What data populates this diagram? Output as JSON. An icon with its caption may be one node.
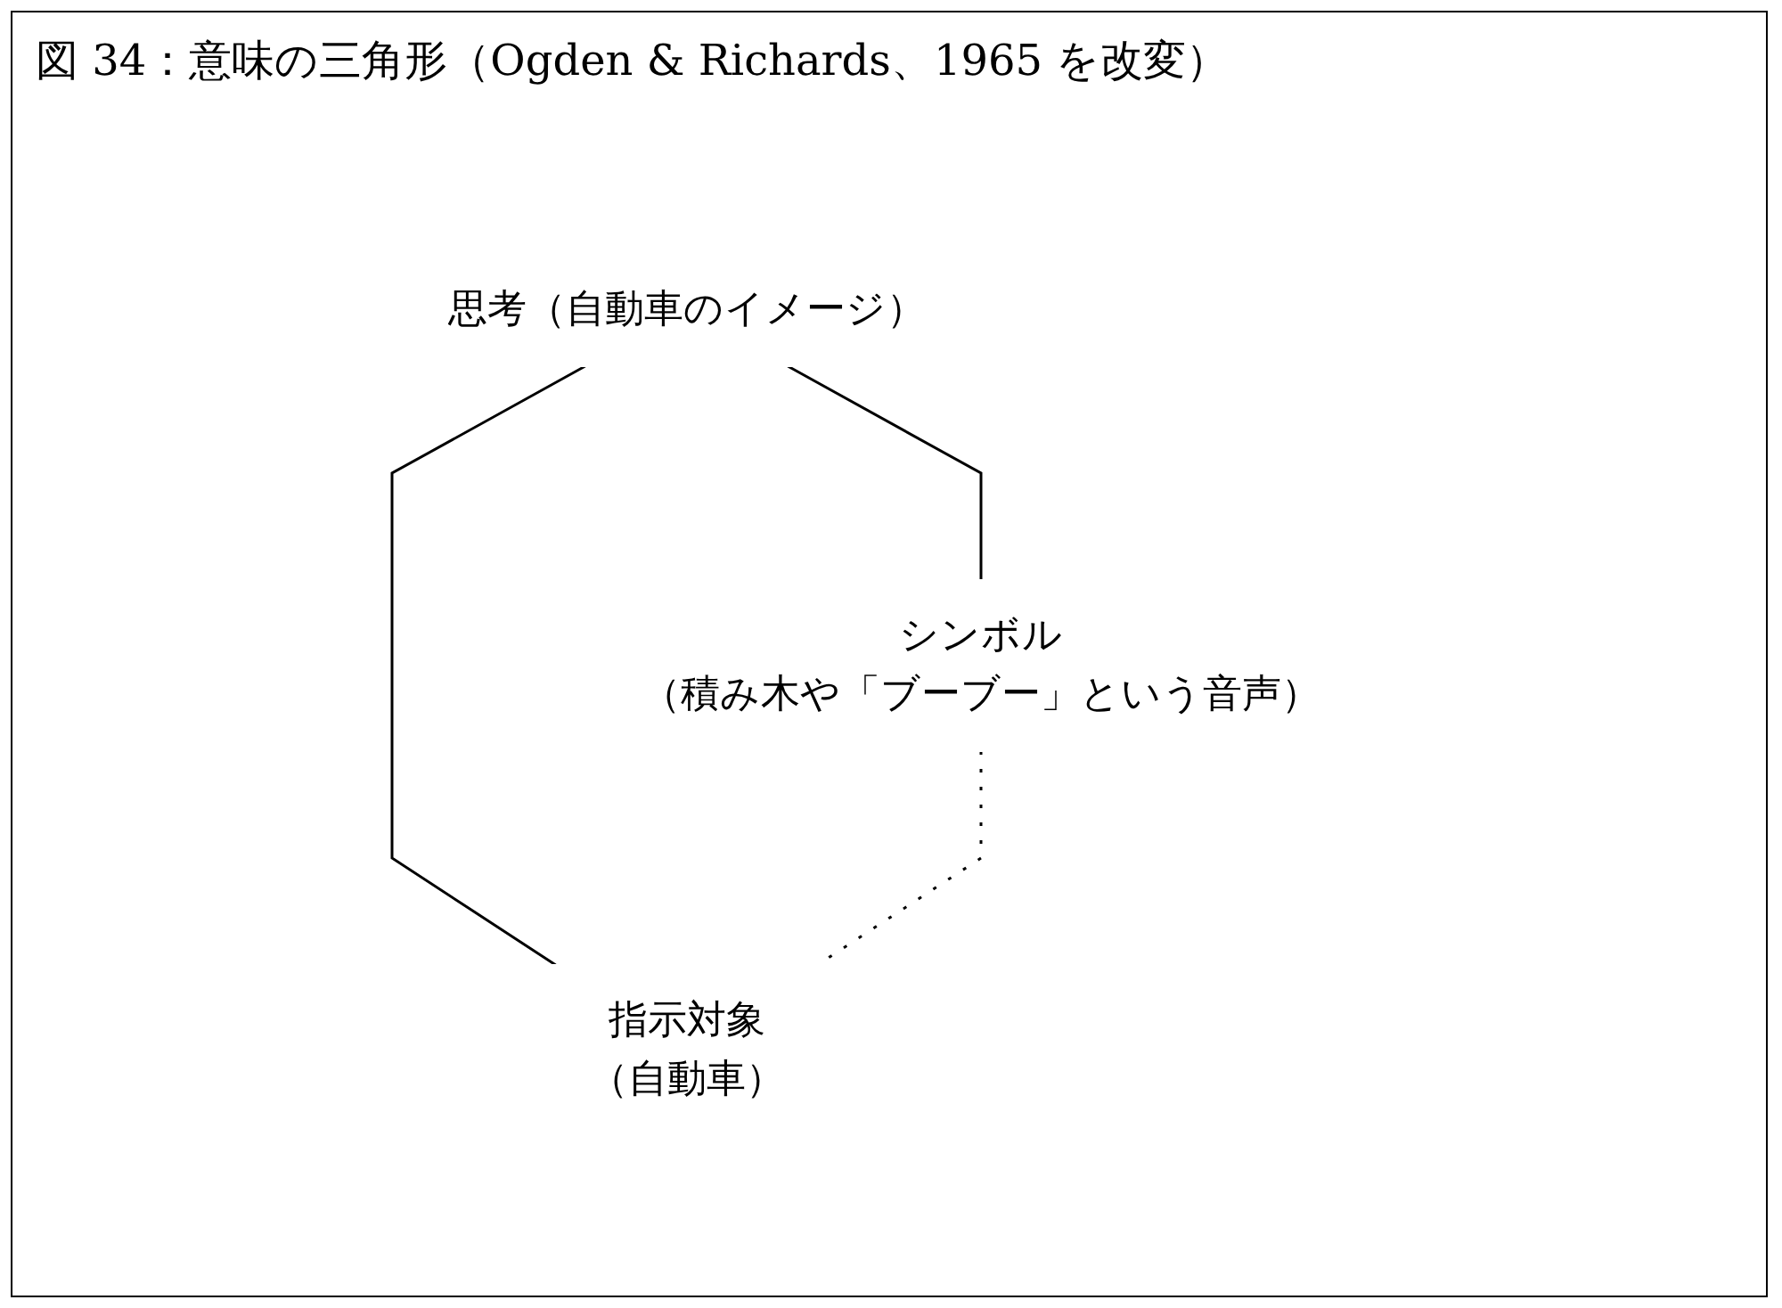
{
  "diagram": {
    "title": "図 34：意味の三角形（Ogden & Richards、1965 を改変）",
    "nodes": [
      {
        "text": [
          "思考（自動車のイメージ）"
        ]
      },
      {
        "text": [
          "シンボル",
          "（積み木や「ブーブー」という音声）"
        ]
      },
      {
        "text": [
          "指示対象",
          "（自動車）"
        ]
      }
    ],
    "edges": [
      {
        "from": 0,
        "to": 1,
        "arrow": "none"
      },
      {
        "from": 0,
        "to": 2,
        "arrow": "none"
      },
      {
        "from": 1,
        "to": 2,
        "arrow": "none",
        "style": "dashed"
      }
    ]
  }
}
